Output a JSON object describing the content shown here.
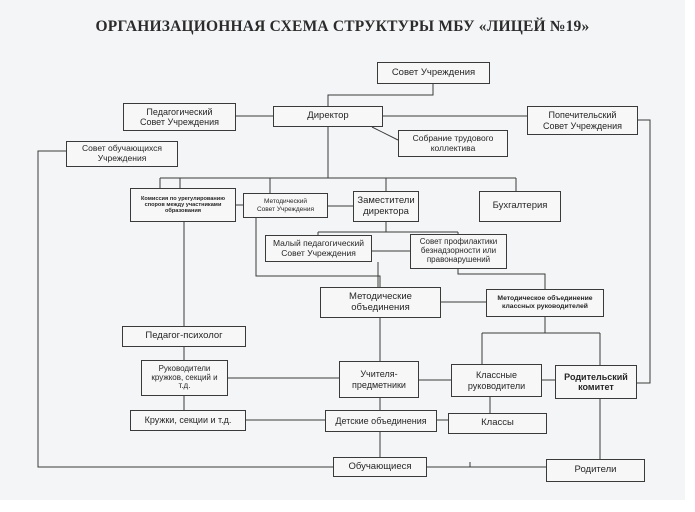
{
  "title": "ОРГАНИЗАЦИОННАЯ СХЕМА СТРУКТУРЫ МБУ «ЛИЦЕЙ №19»",
  "nodes": {
    "sovet_uchrezhdeniya": "Совет Учреждения",
    "ped_sovet": "Педагогический\nСовет Учреждения",
    "direktor": "Директор",
    "popechitelsky": "Попечительский\nСовет Учреждения",
    "sovet_obuch": "Совет обучающихся\nУчреждения",
    "sobranie": "Собрание трудового\nколлектива",
    "komissiya": "Комиссия по урегулированию\nспоров между участниками\nобразования",
    "metod_sovet": "Методический\nСовет Учреждения",
    "zamestiteli": "Заместители\nдиректора",
    "buhgalteriya": "Бухгалтерия",
    "maly_ped_sovet": "Малый педагогический\nСовет Учреждения",
    "sovet_profilaktiki": "Совет профилактики\nбезнадзорности или\nправонарушений",
    "metod_obyedineniya": "Методические\nобъединения",
    "metod_klass_ruk": "Методическое объединение\nклассных руководителей",
    "pedagog_psiholog": "Педагог-психолог",
    "ruk_kruzhkov": "Руководители\nкружков, секций и\nт.д.",
    "uchitelya": "Учителя-\nпредметники",
    "klassnye_ruk": "Классные\nруководители",
    "roditelsky_komitet": "Родительский\nкомитет",
    "kruzhki": "Кружки, секции и т.д.",
    "detskie_obyed": "Детские объединения",
    "klassy": "Классы",
    "obuchayushiesya": "Обучающиеся",
    "roditeli": "Родители"
  }
}
